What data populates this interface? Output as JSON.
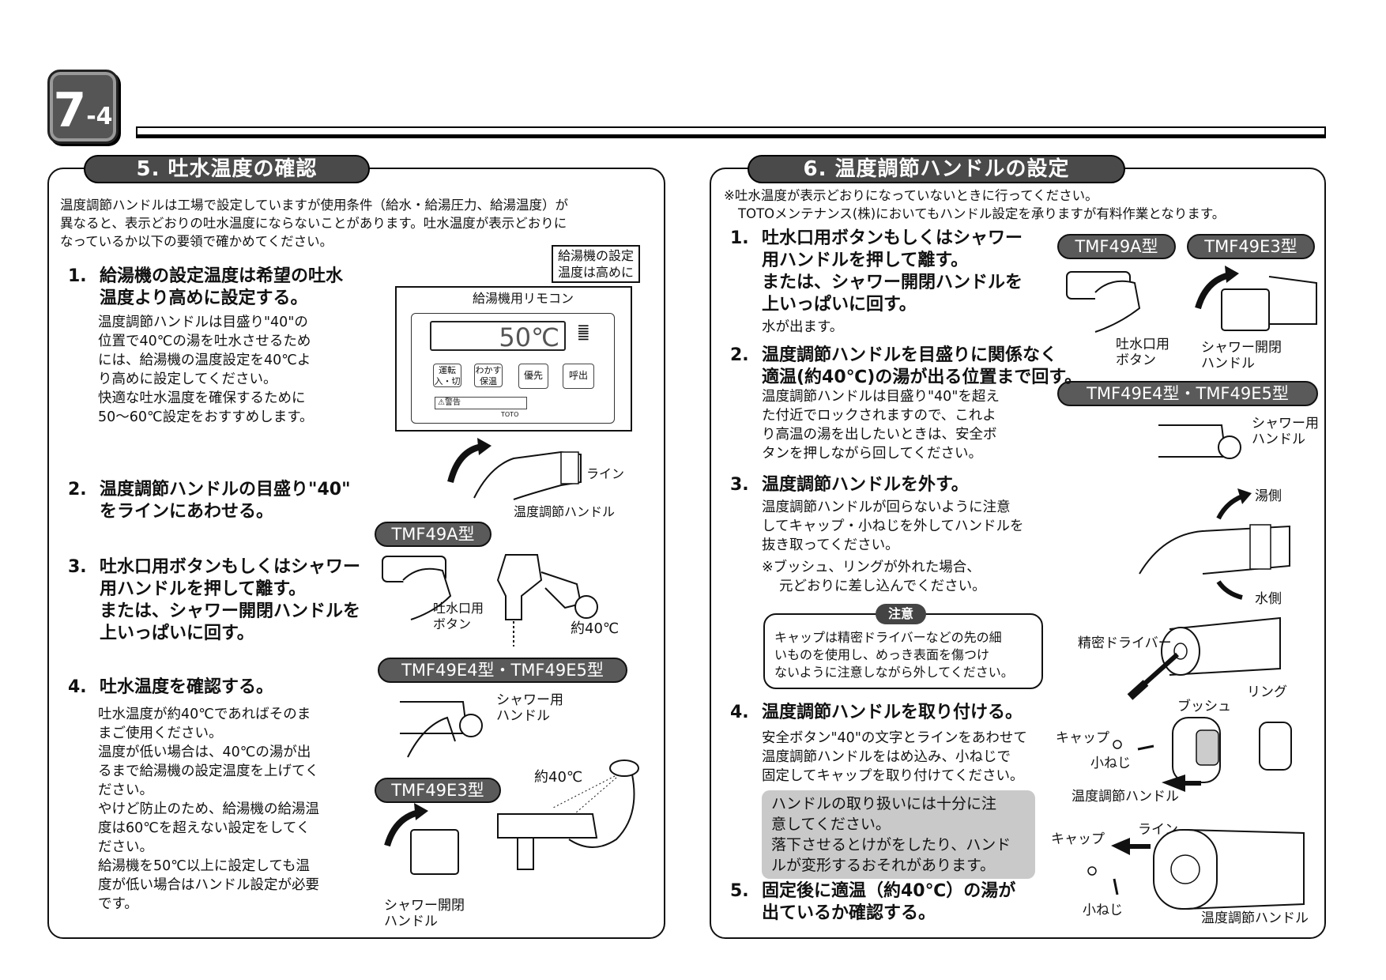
{
  "badge": {
    "main": "7",
    "sub": "-4"
  },
  "left": {
    "title": "5. 吐水温度の確認",
    "intro": [
      "温度調節ハンドルは工場で設定していますが使用条件（給水・給湯圧力、給湯温度）が",
      "異なると、表示どおりの吐水温度にならないことがあります。吐水温度が表示どおりに",
      "なっているか以下の要領で確かめてください。"
    ],
    "step1": {
      "num": "1.",
      "title": [
        "給湯機の設定温度は希望の吐水",
        "温度より高めに設定する。"
      ],
      "body": [
        "温度調節ハンドルは目盛り\"40\"の",
        "位置で40℃の湯を吐水させるため",
        "には、給湯機の温度設定を40℃よ",
        "り高めに設定してください。",
        "快適な吐水温度を確保するために",
        "50〜60℃設定をおすすめします。"
      ]
    },
    "callout": [
      "給湯機の設定",
      "温度は高めに"
    ],
    "remote": {
      "label": "給湯機用リモコン",
      "display": "50℃",
      "buttons": [
        "運転入・切",
        "わかす保温",
        "優先",
        "呼出"
      ],
      "warning": "⚠警告",
      "brand": "TOTO"
    },
    "step1_labels": {
      "line": "ライン",
      "handle": "温度調節ハンドル"
    },
    "step2": {
      "num": "2.",
      "title": [
        "温度調節ハンドルの目盛り\"40\"",
        "をラインにあわせる。"
      ]
    },
    "model_a": "TMF49A型",
    "step3": {
      "num": "3.",
      "title": [
        "吐水口用ボタンもしくはシャワー",
        "用ハンドルを押して離す。",
        "または、シャワー開閉ハンドルを",
        "上いっぱいに回す。"
      ]
    },
    "step3_labels": {
      "button": [
        "吐水口用",
        "ボタン"
      ],
      "temp": "約40℃"
    },
    "model_e4e5": "TMF49E4型・TMF49E5型",
    "shower_handle": [
      "シャワー用",
      "ハンドル"
    ],
    "step4": {
      "num": "4.",
      "title": [
        "吐水温度を確認する。"
      ],
      "body": [
        "吐水温度が約40℃であればそのま",
        "まご使用ください。",
        "温度が低い場合は、40℃の湯が出",
        "るまで給湯機の設定温度を上げてく",
        "ださい。",
        "やけど防止のため、給湯機の給湯温",
        "度は60℃を超えない設定をしてく",
        "ださい。",
        "給湯機を50℃以上に設定しても温",
        "度が低い場合はハンドル設定が必要",
        "です。"
      ]
    },
    "model_e3": "TMF49E3型",
    "shower_temp": "約40℃",
    "open_handle": [
      "シャワー開閉",
      "ハンドル"
    ]
  },
  "right": {
    "title": "6. 温度調節ハンドルの設定",
    "notes": [
      "※吐水温度が表示どおりになっていないときに行ってください。",
      "TOTOメンテナンス(株)においてもハンドル設定を承りますが有料作業となります。"
    ],
    "step1": {
      "num": "1.",
      "title": [
        "吐水口用ボタンもしくはシャワー",
        "用ハンドルを押して離す。",
        "または、シャワー開閉ハンドルを",
        "上いっぱいに回す。"
      ],
      "body": [
        "水が出ます。"
      ]
    },
    "model_a": "TMF49A型",
    "model_e3": "TMF49E3型",
    "button_label": [
      "吐水口用",
      "ボタン"
    ],
    "open_handle": [
      "シャワー開閉",
      "ハンドル"
    ],
    "model_e4e5": "TMF49E4型・TMF49E5型",
    "shower_handle": [
      "シャワー用",
      "ハンドル"
    ],
    "step2": {
      "num": "2.",
      "title": [
        "温度調節ハンドルを目盛りに関係なく",
        "適温(約40℃)の湯が出る位置まで回す。"
      ],
      "body": [
        "温度調節ハンドルは目盛り\"40\"を超え",
        "た付近でロックされますので、これよ",
        "り高温の湯を出したいときは、安全ボ",
        "タンを押しながら回してください。"
      ]
    },
    "hot_side": "湯側",
    "cold_side": "水側",
    "step3": {
      "num": "3.",
      "title": [
        "温度調節ハンドルを外す。"
      ],
      "body": [
        "温度調節ハンドルが回らないように注意",
        "してキャップ・小ねじを外してハンドルを",
        "抜き取ってください。"
      ],
      "note": [
        "※ブッシュ、リングが外れた場合、",
        "元どおりに差し込んでください。"
      ]
    },
    "caution": {
      "tag": "注意",
      "text": [
        "キャップは精密ドライバーなどの先の細",
        "いものを使用し、めっき表面を傷つけ",
        "ないように注意しながら外してください。"
      ]
    },
    "driver": "精密ドライバー",
    "ring": "リング",
    "bush": "ブッシュ",
    "cap": "キャップ",
    "screw": "小ねじ",
    "handle": "温度調節ハンドル",
    "step4": {
      "num": "4.",
      "title": [
        "温度調節ハンドルを取り付ける。"
      ],
      "body": [
        "安全ボタン\"40\"の文字とラインをあわせて",
        "温度調節ハンドルをはめ込み、小ねじで",
        "固定してキャップを取り付けてください。"
      ]
    },
    "warning_box": [
      "ハンドルの取り扱いには十分に注",
      "意してください。",
      "落下させるとけがをしたり、ハンド",
      "ルが変形するおそれがあります。"
    ],
    "line": "ライン",
    "step5": {
      "num": "5.",
      "title": [
        "固定後に適温（約40℃）の湯が",
        "出ているか確認する。"
      ]
    }
  }
}
